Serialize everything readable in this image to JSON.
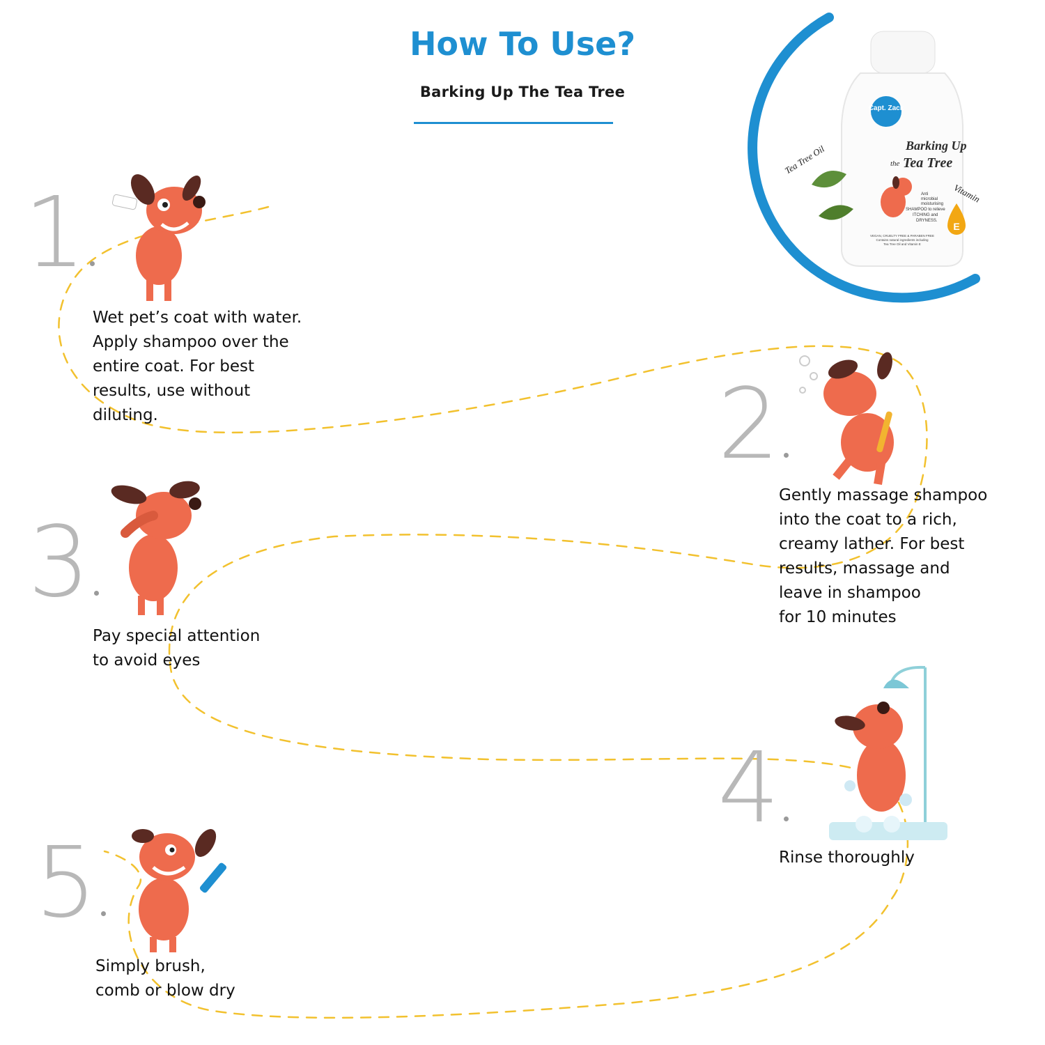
{
  "header": {
    "title": "How To Use?",
    "subtitle": "Barking Up The Tea Tree"
  },
  "product": {
    "brand": "Capt. Zack",
    "name_line1": "Barking Up",
    "name_line2_small": "the",
    "name_line2": "Tea Tree",
    "description_line1": "Anti",
    "description_line2": "microbial",
    "description_line3": "moisturising",
    "description_line4": "SHAMPOO to relieve",
    "description_line5": "ITCHING and",
    "description_line6": "DRYNESS.",
    "claims_line1": "VEGAN, CRUELTY FREE & PARABEN FREE",
    "claims_line2": "Contains natural ingredients including",
    "claims_line3": "Tea Tree Oil and Vitamin E",
    "ingredient_left": "Tea Tree Oil",
    "ingredient_right": "Vitamin",
    "vitamin_letter": "E"
  },
  "steps": [
    {
      "number": "1",
      "lines": [
        "Wet pet’s coat with water.",
        "Apply shampoo over the",
        "entire coat. For best",
        "results, use without",
        "diluting."
      ]
    },
    {
      "number": "2",
      "lines": [
        "Gently massage shampoo",
        "into the coat to a rich,",
        "creamy lather. For best",
        "results, massage and",
        "leave in shampoo",
        "for 10 minutes"
      ]
    },
    {
      "number": "3",
      "lines": [
        "Pay special attention",
        "to avoid eyes"
      ]
    },
    {
      "number": "4",
      "lines": [
        "Rinse thoroughly"
      ]
    },
    {
      "number": "5",
      "lines": [
        "Simply brush,",
        "comb or blow dry"
      ]
    }
  ],
  "colors": {
    "accent_blue": "#1e8fd1",
    "dog_orange": "#ee6b4d",
    "ear_brown": "#5a2a22",
    "path_yellow": "#f2c12e",
    "number_grey": "#b8b8b8"
  }
}
